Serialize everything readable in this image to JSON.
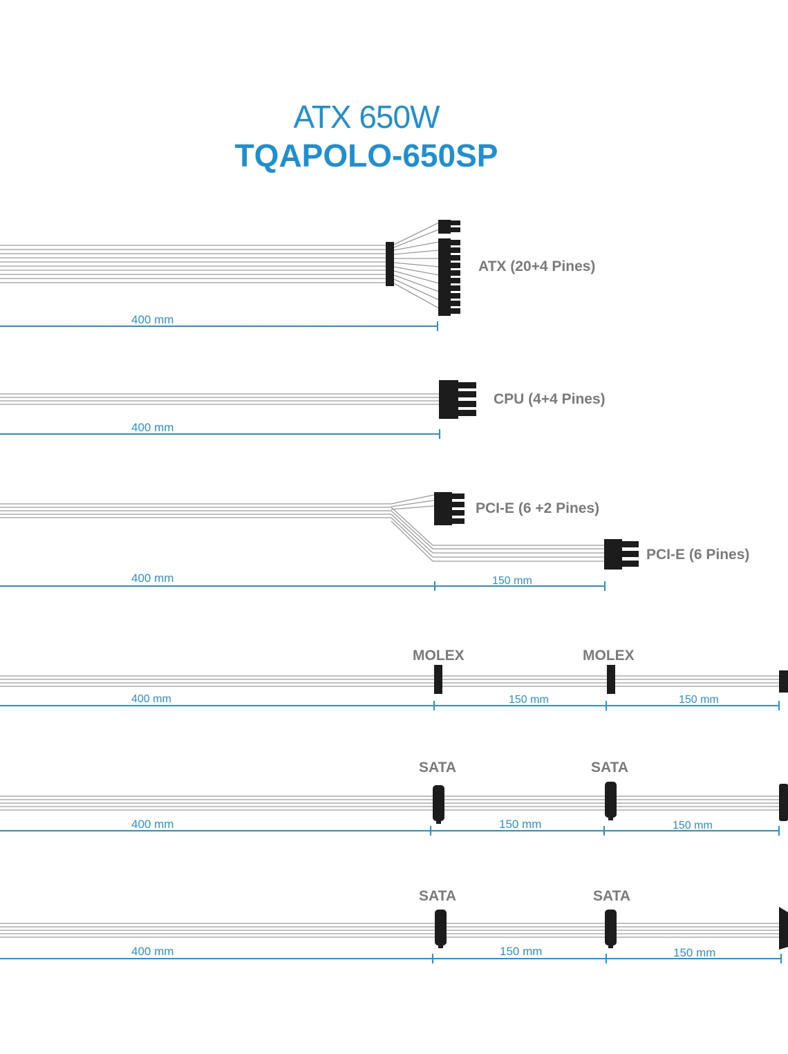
{
  "header": {
    "model_line": "ATX 650W",
    "part_number": "TQAPOLO-650SP"
  },
  "colors": {
    "accent": "#1f8fd0",
    "dimension": "#2a93cf",
    "wire": "#9a9a9a",
    "connector": "#1c1c1c",
    "label": "#7a7a7a"
  },
  "cables": [
    {
      "connectors": [
        "ATX (20+4 Pines)"
      ],
      "segments": [
        "400 mm"
      ]
    },
    {
      "connectors": [
        "CPU (4+4 Pines)"
      ],
      "segments": [
        "400 mm"
      ]
    },
    {
      "connectors": [
        "PCI-E (6 +2 Pines)",
        "PCI-E (6 Pines)"
      ],
      "segments": [
        "400 mm",
        "150 mm"
      ]
    },
    {
      "connectors": [
        "MOLEX",
        "MOLEX"
      ],
      "segments": [
        "400 mm",
        "150 mm",
        "150 mm"
      ]
    },
    {
      "connectors": [
        "SATA",
        "SATA"
      ],
      "segments": [
        "400 mm",
        "150 mm",
        "150 mm"
      ]
    },
    {
      "connectors": [
        "SATA",
        "SATA"
      ],
      "segments": [
        "400 mm",
        "150 mm",
        "150 mm"
      ]
    }
  ]
}
